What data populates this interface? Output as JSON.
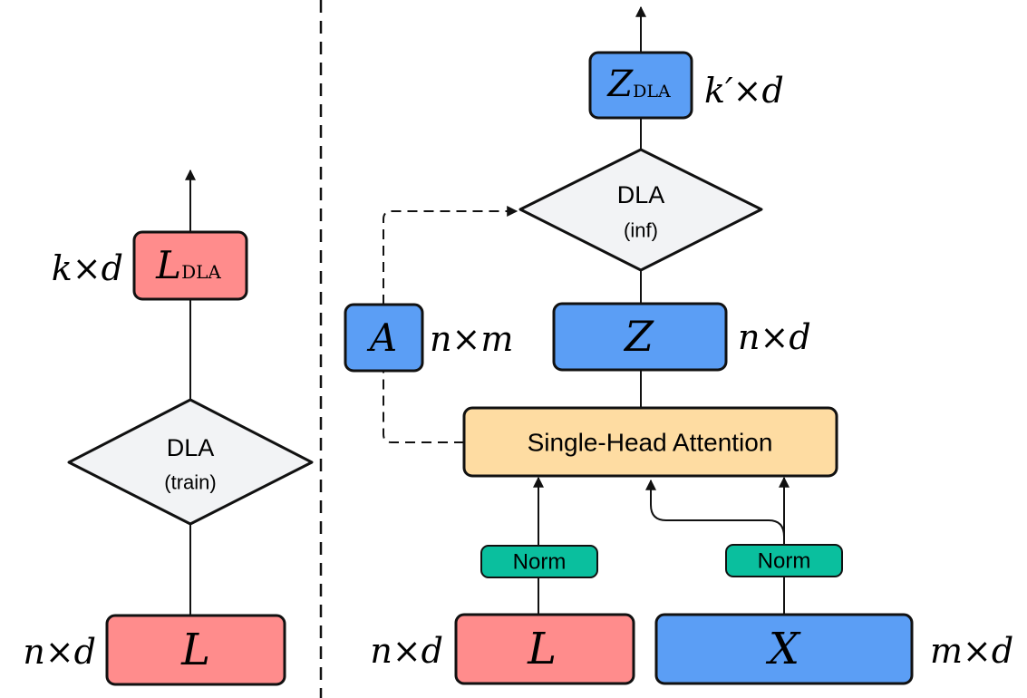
{
  "colors": {
    "red_box": "#FF8C8C",
    "blue_box": "#5B9EF5",
    "attention_box": "#FEDCA2",
    "norm_box": "#0ABF9E",
    "diamond": "#F2F3F5",
    "stroke": "#111111"
  },
  "left": {
    "input_box": {
      "main": "L",
      "sub": ""
    },
    "input_dim": "n×d",
    "dla_label": "DLA",
    "dla_mode": "(train)",
    "output_box": {
      "main": "L",
      "sub": "DLA"
    },
    "output_dim": "k×d"
  },
  "right": {
    "input_l": {
      "main": "L",
      "sub": ""
    },
    "input_l_dim": "n×d",
    "input_x": {
      "main": "X",
      "sub": ""
    },
    "input_x_dim": "m×d",
    "norm_left": "Norm",
    "norm_right": "Norm",
    "attention_label": "Single-Head Attention",
    "a_box": {
      "main": "A",
      "sub": ""
    },
    "a_dim": "n×m",
    "z_box": {
      "main": "Z",
      "sub": ""
    },
    "z_dim": "n×d",
    "dla_label": "DLA",
    "dla_mode": "(inf)",
    "output_box": {
      "main": "Z",
      "sub": "DLA"
    },
    "output_dim": "k′×d"
  }
}
